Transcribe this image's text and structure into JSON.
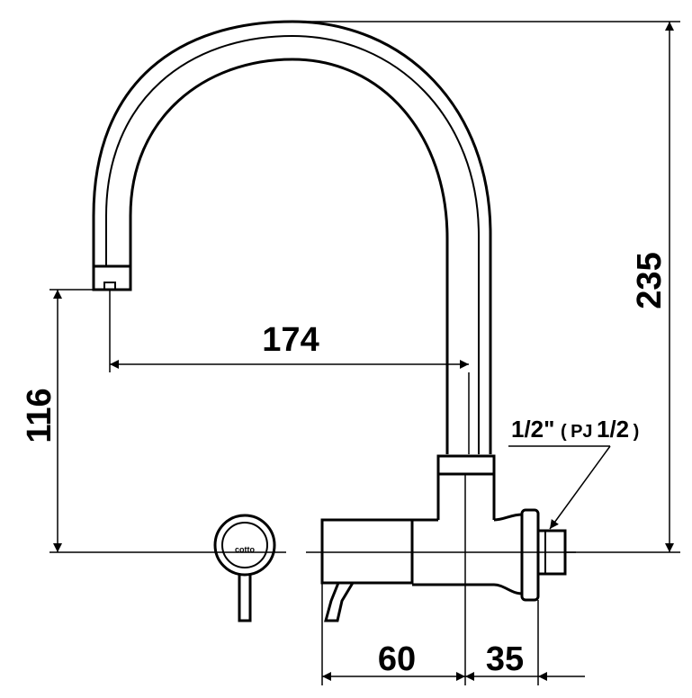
{
  "drawing": {
    "line_color": "#000000",
    "background": "#ffffff"
  },
  "dimensions": {
    "spout_reach": "174",
    "spout_height": "116",
    "total_height": "235",
    "body_depth": "60",
    "connector_depth": "35"
  },
  "thread_label": {
    "half_a": "1/2\"",
    "paren_open": "(",
    "pj": "PJ",
    "half_b": "1/2",
    "paren_close": ")"
  },
  "logo": {
    "text": "cotto"
  }
}
